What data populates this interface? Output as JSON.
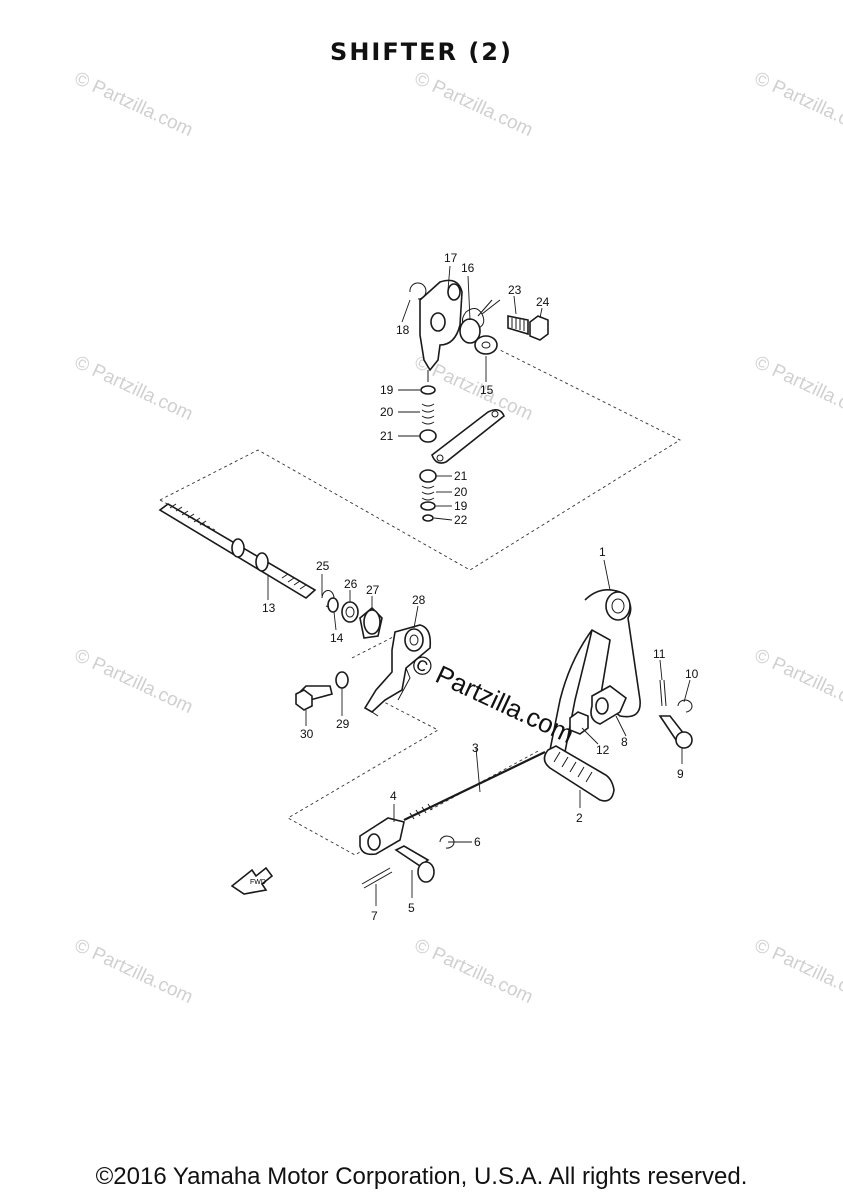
{
  "title": "SHIFTER (2)",
  "copyright": "©2016 Yamaha Motor Corporation, U.S.A. All rights reserved.",
  "watermark": "© Partzilla.com",
  "watermark_main": "© Partzilla.com",
  "fwd_label": "FWD",
  "callouts": [
    "1",
    "2",
    "3",
    "4",
    "5",
    "6",
    "7",
    "8",
    "9",
    "10",
    "11",
    "12",
    "13",
    "14",
    "15",
    "16",
    "17",
    "18",
    "19",
    "20",
    "21",
    "21",
    "20",
    "19",
    "22",
    "23",
    "24",
    "25",
    "26",
    "27",
    "28",
    "29",
    "30"
  ]
}
